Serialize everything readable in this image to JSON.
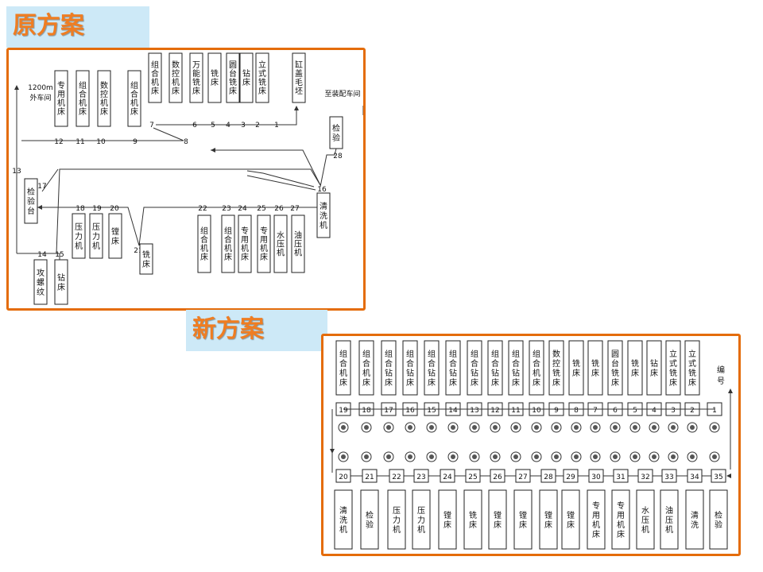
{
  "old_plan": {
    "title": "原方案",
    "label_1200m": "1200m",
    "label_outside": "外车间",
    "label_to_assembly": "至装配车间",
    "top_machines": [
      "组合机床",
      "数控机床",
      "万能铣床",
      "铣床",
      "圆台铣床",
      "钻床",
      "立式铣床",
      "缸盖毛坯"
    ],
    "left_machines": [
      "专用机床",
      "组合机床",
      "数控机床",
      "组合机床"
    ],
    "bottom_machines": [
      "组合机床",
      "组合机床",
      "专用机床",
      "专用机床",
      "水压机",
      "油压机"
    ],
    "press_machines": [
      "压力机",
      "压力机",
      "镗床"
    ],
    "misc_machines": {
      "mill": "铣床",
      "tap": "攻螺纹",
      "drill": "钻床",
      "inspect_table": "检验台",
      "wash": "清洗机",
      "inspect": "检验"
    },
    "nodes": [
      "1",
      "2",
      "3",
      "4",
      "5",
      "6",
      "7",
      "8",
      "9",
      "10",
      "11",
      "12",
      "13",
      "14",
      "15",
      "16",
      "17",
      "18",
      "19",
      "20",
      "21",
      "22",
      "23",
      "24",
      "25",
      "26",
      "27",
      "28"
    ]
  },
  "new_plan": {
    "title": "新方案",
    "label_number": "编号",
    "top_machines": [
      "组合机床",
      "组合机床",
      "组合钻床",
      "组合钻床",
      "组合钻床",
      "组合钻床",
      "组合钻床",
      "组合钻床",
      "组合钻床",
      "组合机床",
      "数控铣床",
      "铣床",
      "铣床",
      "圆台铣床",
      "铣床",
      "钻床",
      "立式铣床",
      "立式铣床"
    ],
    "top_numbers": [
      "19",
      "18",
      "17",
      "16",
      "15",
      "14",
      "13",
      "12",
      "11",
      "10",
      "9",
      "8",
      "7",
      "6",
      "5",
      "4",
      "3",
      "2",
      "1"
    ],
    "bottom_numbers": [
      "20",
      "21",
      "22",
      "23",
      "24",
      "25",
      "26",
      "27",
      "28",
      "29",
      "30",
      "31",
      "32",
      "33",
      "34",
      "35"
    ],
    "bottom_machines": [
      "清洗机",
      "检验",
      "压力机",
      "压力机",
      "镗床",
      "铣床",
      "镗床",
      "镗床",
      "镗床",
      "镗床",
      "专用机床",
      "专用机床",
      "水压机",
      "油压机",
      "清洗",
      "检验"
    ]
  }
}
